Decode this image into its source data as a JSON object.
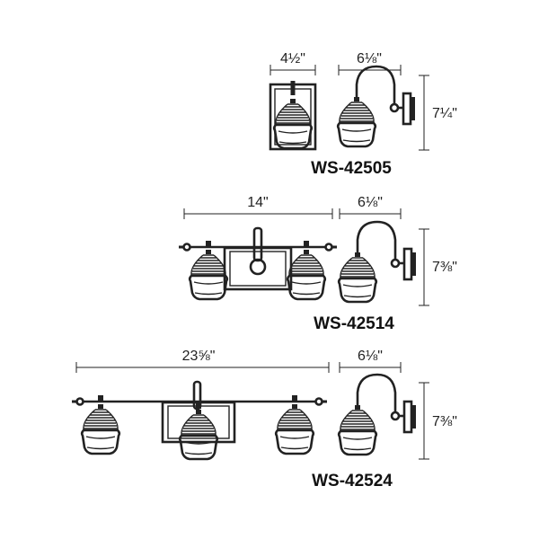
{
  "colors": {
    "line": "#222222",
    "background": "#ffffff"
  },
  "fixtures": [
    {
      "model": "WS-42505",
      "front_width": "4½\"",
      "depth": "6⅛\"",
      "height": "7¼\""
    },
    {
      "model": "WS-42514",
      "front_width": "14\"",
      "depth": "6⅛\"",
      "height": "7⅜\""
    },
    {
      "model": "WS-42524",
      "front_width": "23⅝\"",
      "depth": "6⅛\"",
      "height": "7⅜\""
    }
  ]
}
